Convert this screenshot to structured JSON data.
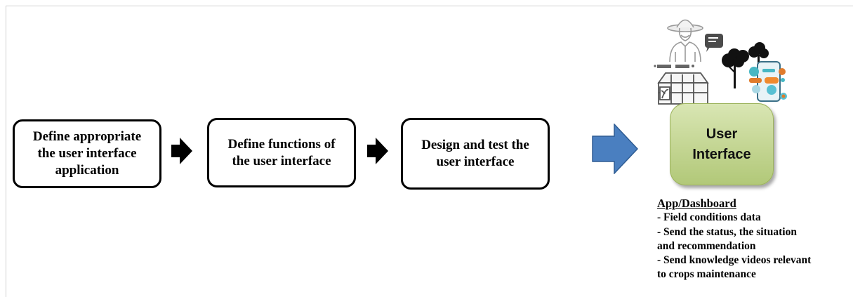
{
  "steps": [
    {
      "lines": [
        "Define appropriate",
        "the user interface",
        "application"
      ]
    },
    {
      "lines": [
        "Define functions of",
        "the user interface"
      ]
    },
    {
      "lines": [
        "Design and test the",
        "user interface"
      ]
    }
  ],
  "user_interface": {
    "line1": "User",
    "line2": "Interface"
  },
  "notes": {
    "title": "App/Dashboard",
    "items": [
      "- Field conditions data",
      "- Send the status, the situation",
      "and recommendation",
      "- Send knowledge videos relevant",
      "to crops maintenance"
    ]
  },
  "colors": {
    "step_border": "#000000",
    "big_arrow_fill": "#4a7fc0",
    "big_arrow_stroke": "#2e5c93",
    "ui_box_fill": "#c3d592",
    "small_arrow": "#000000"
  },
  "icons": [
    "farmer-icon",
    "chat-bubble-icon",
    "greenhouse-icon",
    "tree-icon",
    "smartphone-icon"
  ]
}
